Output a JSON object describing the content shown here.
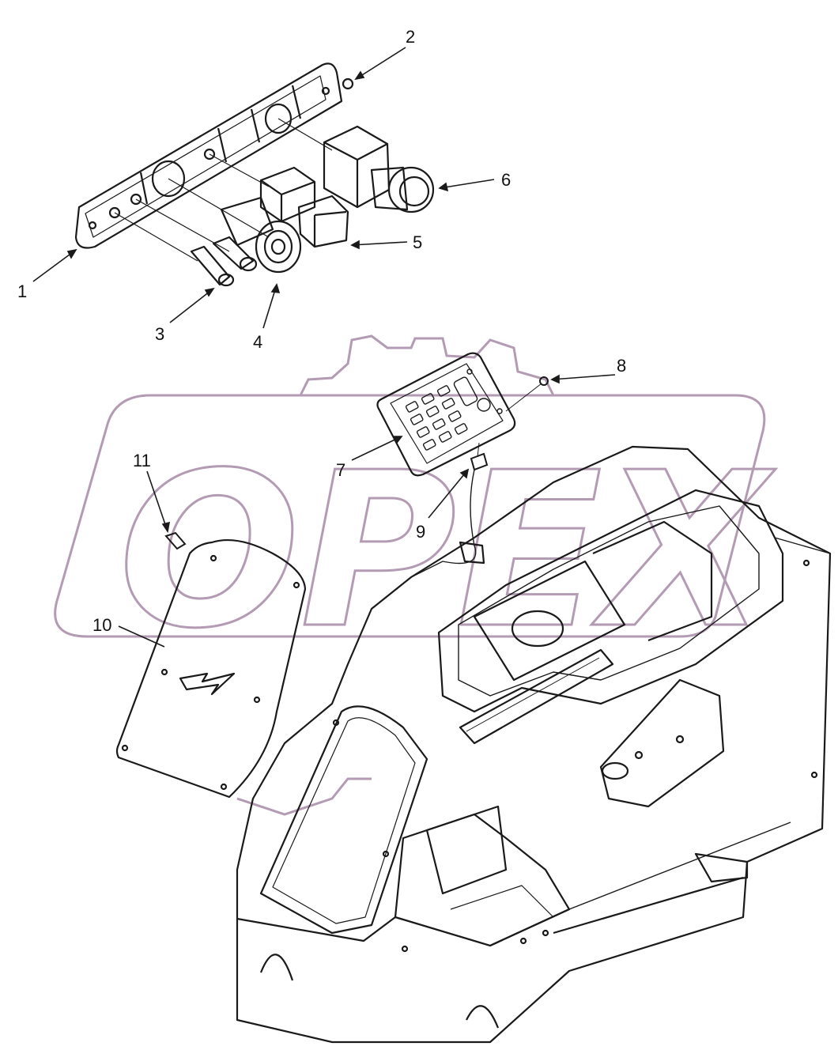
{
  "watermark": {
    "text": "OPEX",
    "color": "#9a7a9a"
  },
  "callouts": [
    {
      "id": "1",
      "label": "1"
    },
    {
      "id": "2",
      "label": "2"
    },
    {
      "id": "3",
      "label": "3"
    },
    {
      "id": "4",
      "label": "4"
    },
    {
      "id": "5",
      "label": "5"
    },
    {
      "id": "6",
      "label": "6"
    },
    {
      "id": "7",
      "label": "7"
    },
    {
      "id": "8",
      "label": "8"
    },
    {
      "id": "9",
      "label": "9"
    },
    {
      "id": "10",
      "label": "10"
    },
    {
      "id": "11",
      "label": "11"
    }
  ],
  "colors": {
    "line": "#1a1a1a",
    "background": "#ffffff"
  }
}
